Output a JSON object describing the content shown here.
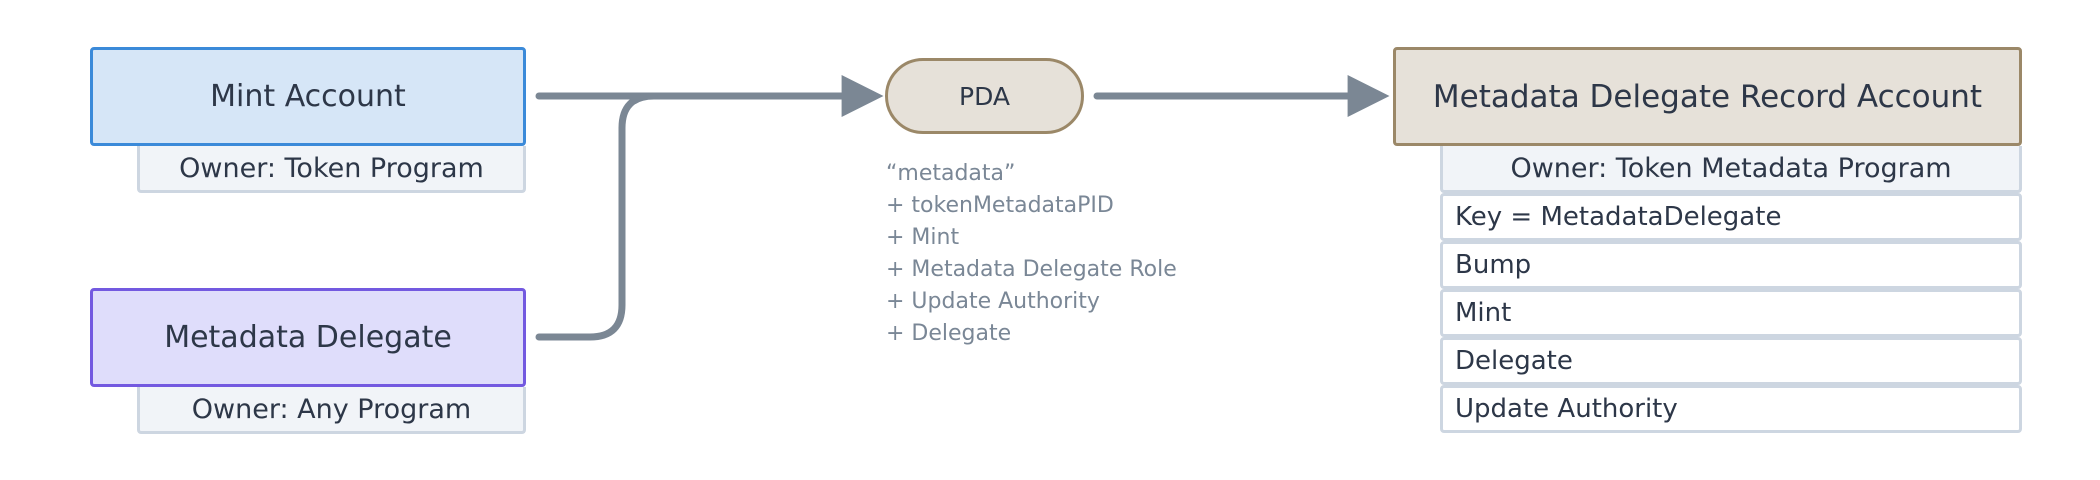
{
  "diagram": {
    "mint_account": {
      "title": "Mint Account",
      "owner": "Owner: Token Program"
    },
    "metadata_delegate": {
      "title": "Metadata Delegate",
      "owner": "Owner: Any Program"
    },
    "pda": {
      "label": "PDA",
      "seeds": [
        "“metadata”",
        "+ tokenMetadataPID",
        "+ Mint",
        "+ Metadata Delegate Role",
        "+ Update Authority",
        "+ Delegate"
      ]
    },
    "record_account": {
      "title": "Metadata Delegate Record Account",
      "owner": "Owner: Token Metadata Program",
      "fields": [
        "Key = MetadataDelegate",
        "Bump",
        "Mint",
        "Delegate",
        "Update Authority"
      ]
    }
  },
  "colors": {
    "connector": "#7b8794",
    "mint_fill": "#d6e6f7",
    "mint_border": "#3b8ad9",
    "delegate_fill": "#dfddfb",
    "delegate_border": "#7359e0",
    "record_fill": "#e6e1d9",
    "record_border": "#9b8868"
  }
}
